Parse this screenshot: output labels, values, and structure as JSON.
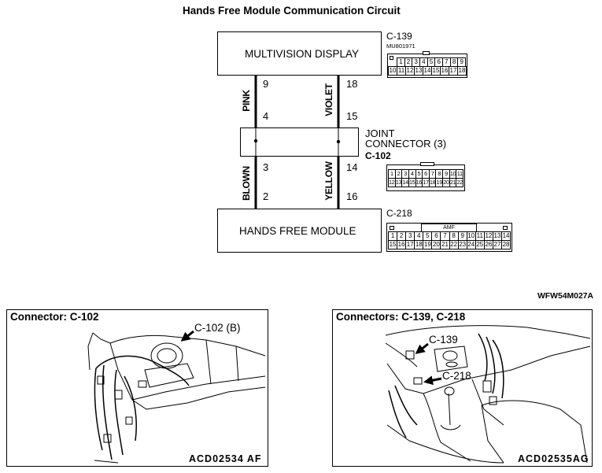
{
  "title": "Hands Free Module Communication Circuit",
  "colors": {
    "ink": "#000000",
    "paper": "#ffffff"
  },
  "multivision_display": {
    "label": "MULTIVISION DISPLAY"
  },
  "c139": {
    "id": "C-139",
    "part_number": "MU801971",
    "top_row": [
      "1",
      "2",
      "3",
      "4",
      "5",
      "6",
      "7",
      "8",
      "9"
    ],
    "bottom_row": [
      "10",
      "11",
      "12",
      "13",
      "14",
      "15",
      "16",
      "17",
      "18"
    ]
  },
  "circuit": {
    "upper_wires": [
      {
        "color": "PINK",
        "pin_top": "9",
        "pin_bottom": "4"
      },
      {
        "color": "VIOLET",
        "pin_top": "18",
        "pin_bottom": "15"
      }
    ],
    "lower_wires": [
      {
        "color": "BLOWN",
        "pin_top": "3",
        "pin_bottom": "2"
      },
      {
        "color": "YELLOW",
        "pin_top": "14",
        "pin_bottom": "16"
      }
    ]
  },
  "joint_connector": {
    "line1": "JOINT",
    "line2": "CONNECTOR (3)",
    "id": "C-102",
    "top_row": [
      "1",
      "2",
      "3",
      "4",
      "5",
      "6",
      "7",
      "8",
      "9",
      "10",
      "11"
    ],
    "bottom_row": [
      "12",
      "13",
      "14",
      "15",
      "16",
      "17",
      "18",
      "19",
      "20",
      "21",
      "22"
    ]
  },
  "hands_free_module": {
    "label": "HANDS FREE MODULE"
  },
  "c218": {
    "id": "C-218",
    "tag": "AMF",
    "top_row": [
      "1",
      "2",
      "3",
      "4",
      "5",
      "6",
      "7",
      "8",
      "9",
      "10",
      "11",
      "12",
      "13",
      "14"
    ],
    "bottom_row": [
      "15",
      "16",
      "17",
      "18",
      "19",
      "20",
      "21",
      "22",
      "23",
      "24",
      "25",
      "26",
      "27",
      "28"
    ]
  },
  "figure_code": "WFW54M027A",
  "photo_left": {
    "title": "Connector: C-102",
    "callout": "C-102 (B)",
    "code": "ACD02534 AF"
  },
  "photo_right": {
    "title": "Connectors: C-139, C-218",
    "callout_c139": "C-139",
    "callout_c218": "C-218",
    "code": "ACD02535AG"
  }
}
